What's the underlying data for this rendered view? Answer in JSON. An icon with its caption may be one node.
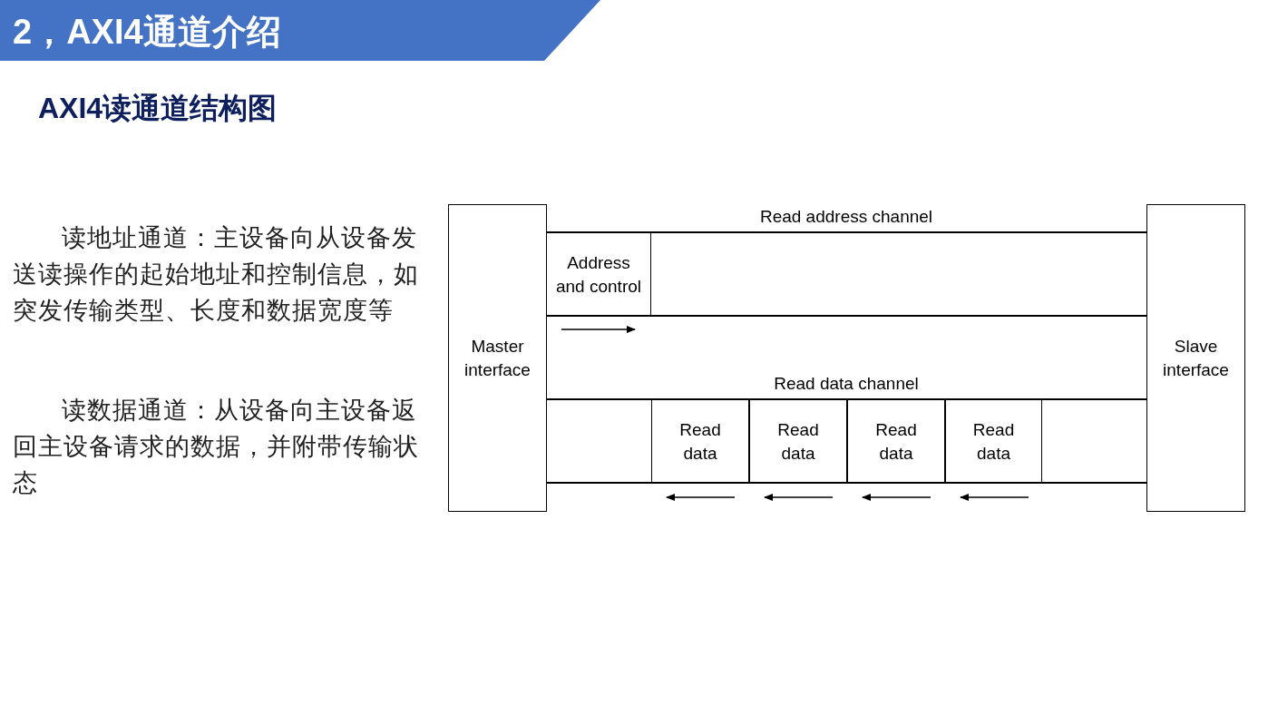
{
  "diagram": {
    "title": "2，AXI4通道介绍",
    "nodes": [
      {
        "text": [
          "Master interface"
        ]
      },
      {
        "text": [
          "Slave interface"
        ]
      },
      {
        "text": [
          "Read address channel"
        ]
      },
      {
        "text": [
          "Address and control"
        ],
        "in": 2
      },
      {
        "text": [
          "Read data channel"
        ]
      },
      {
        "text": [
          "Read data"
        ],
        "in": 4
      },
      {
        "text": [
          "Read data"
        ],
        "in": 4
      },
      {
        "text": [
          "Read data"
        ],
        "in": 4
      },
      {
        "text": [
          "Read data"
        ],
        "in": 4
      }
    ],
    "edges": [],
    "labels": [
      "AXI4读通道结构图",
      "读地址通道：主设备向从设备发送读操作的起始地址和控制信息，如突发传输类型、长度和数据宽度等",
      "读数据通道：从设备向主设备返回主设备请求的数据，并附带传输状态"
    ]
  }
}
